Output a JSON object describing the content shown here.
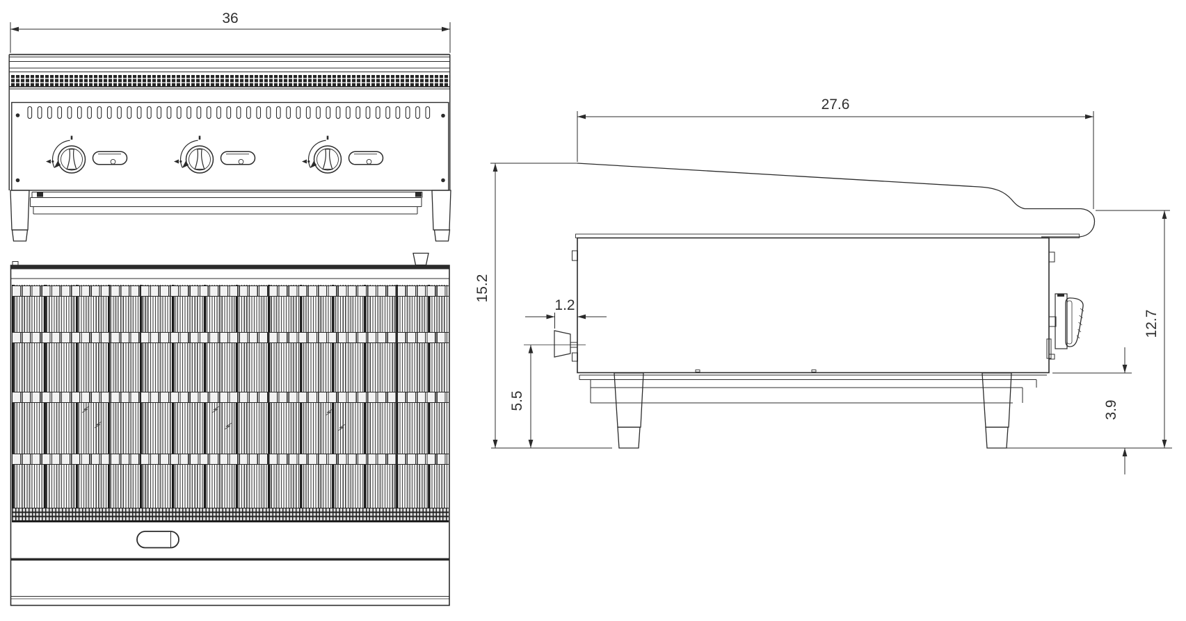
{
  "drawing": {
    "description": "three-view dimensioned line drawing of a countertop gas charbroiler",
    "dimensions": {
      "front_width": "36",
      "depth": "27.6",
      "overall_height": "15.2",
      "gas_inlet_protrusion": "1.2",
      "gas_inlet_centerline_height": "5.5",
      "work_surface_height": "12.7",
      "base_clearance": "3.9"
    },
    "colors": {
      "line": "#2b2b2b",
      "gray_band": "#b7b7b7",
      "text": "#2f2f2f",
      "background": "#ffffff"
    }
  }
}
